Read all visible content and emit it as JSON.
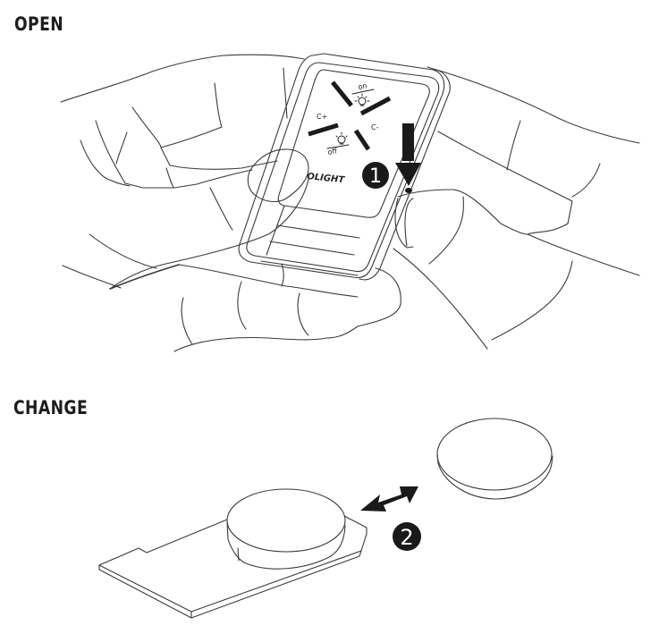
{
  "sections": [
    {
      "heading": "OPEN",
      "step_number": "1",
      "remote": {
        "brand_text": "OLIGHT",
        "labels": {
          "on": "on",
          "off": "off",
          "c_plus": "C+",
          "c_minus": "C-"
        }
      },
      "arrow": "down-arrow"
    },
    {
      "heading": "CHANGE",
      "step_number": "2",
      "arrow": "double-headed-arrow"
    }
  ],
  "colors": {
    "line": "#3a3a3a",
    "fill_dark": "#1a1a1a",
    "background": "#ffffff"
  }
}
